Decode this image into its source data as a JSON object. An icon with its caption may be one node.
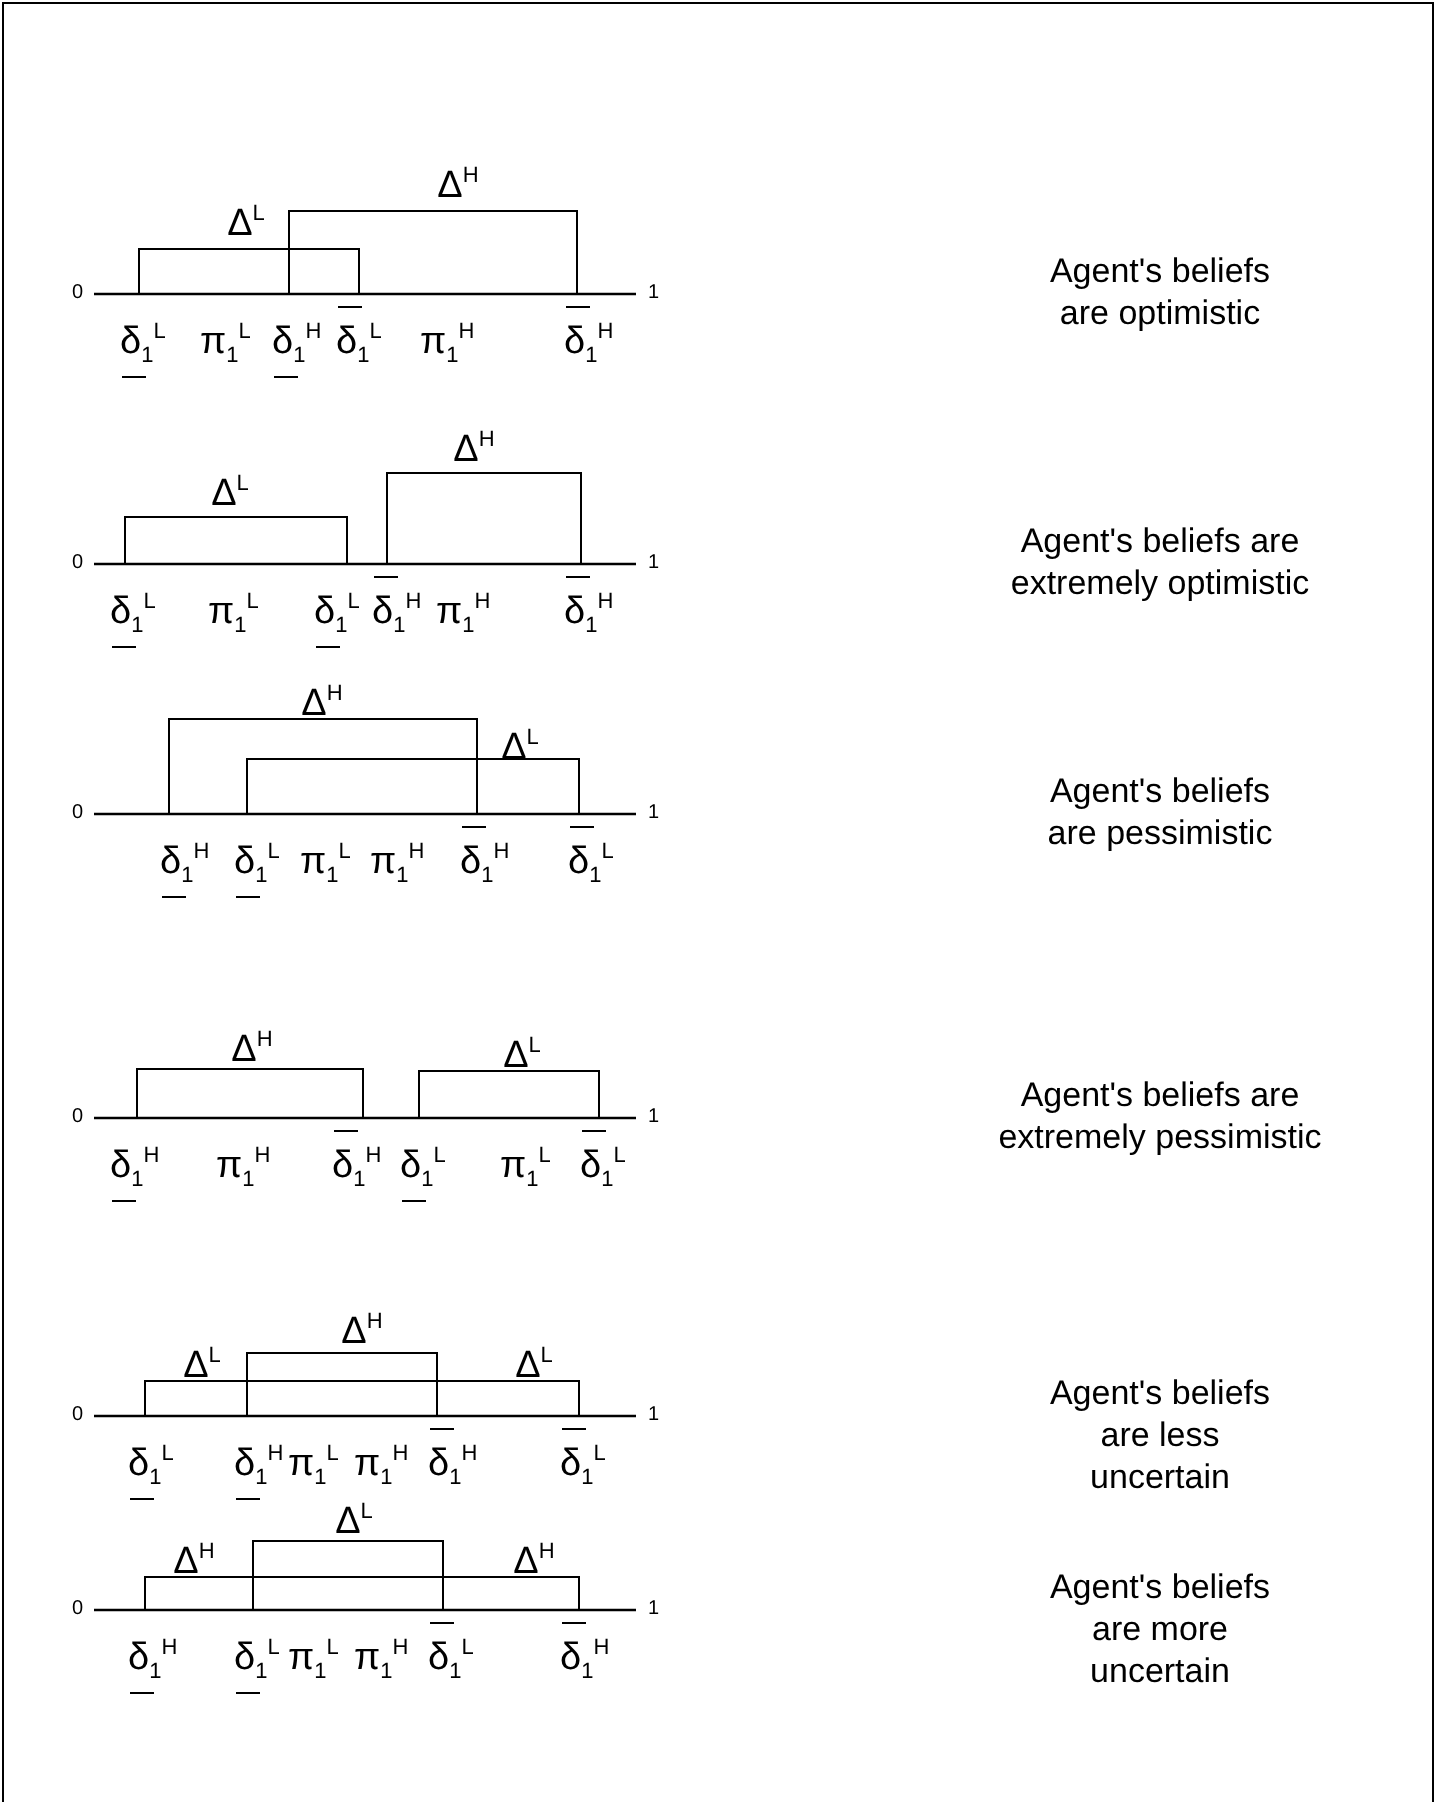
{
  "diagram": {
    "nodes": [
      {
        "text": [
          "Δ$^{L}$"
        ]
      },
      {
        "text": [
          "Δ$^{H}$"
        ]
      },
      {
        "text": [
          "Δ$^{L}$"
        ]
      },
      {
        "text": [
          "Δ$^{H}$"
        ]
      },
      {
        "text": [
          "Δ$^{H}$"
        ]
      },
      {
        "text": [
          "Δ$^{L}$"
        ]
      },
      {
        "text": [
          "Δ$^{H}$"
        ]
      },
      {
        "text": [
          "Δ$^{L}$"
        ]
      },
      {
        "text": [
          "Δ$^{L}$",
          "Δ$^{L}$"
        ]
      },
      {
        "text": [
          "Δ$^{H}$"
        ]
      },
      {
        "text": [
          "Δ$^{H}$",
          "Δ$^{H}$"
        ]
      },
      {
        "text": [
          "Δ$^{L}$"
        ]
      }
    ],
    "labels": [
      "0",
      "1",
      "δ$_{1}$$^{L}$",
      "π$_{1}$$^{L}$",
      "δ$_{1}$$^{H}$",
      "δ$_{1}$$^{L}$",
      "π$_{1}$$^{H}$",
      "δ$_{1}$$^{H}$",
      "Agent's beliefs are optimistic",
      "0",
      "1",
      "δ$_{1}$$^{L}$",
      "π$_{1}$$^{L}$",
      "δ$_{1}$$^{L}$",
      "δ$_{1}$$^{H}$",
      "π$_{1}$$^{H}$",
      "δ$_{1}$$^{H}$",
      "Agent's beliefs are extremely optimistic",
      "0",
      "1",
      "δ$_{1}$$^{H}$",
      "δ$_{1}$$^{L}$",
      "π$_{1}$$^{L}$",
      "π$_{1}$$^{H}$",
      "δ$_{1}$$^{H}$",
      "δ$_{1}$$^{L}$",
      "Agent's beliefs are pessimistic",
      "0",
      "1",
      "δ$_{1}$$^{H}$",
      "π$_{1}$$^{H}$",
      "δ$_{1}$$^{H}$",
      "δ$_{1}$$^{L}$",
      "π$_{1}$$^{L}$",
      "δ$_{1}$$^{L}$",
      "Agent's beliefs are extremely pessimistic",
      "0",
      "1",
      "δ$_{1}$$^{L}$",
      "δ$_{1}$$^{H}$",
      "π$_{1}$$^{L}$",
      "π$_{1}$$^{H}$",
      "δ$_{1}$$^{H}$",
      "δ$_{1}$$^{L}$",
      "Agent's beliefs are less uncertain",
      "0",
      "1",
      "δ$_{1}$$^{H}$",
      "δ$_{1}$$^{L}$",
      "π$_{1}$$^{L}$",
      "π$_{1}$$^{H}$",
      "δ$_{1}$$^{L}$",
      "δ$_{1}$$^{H}$",
      "Agent's beliefs are more uncertain"
    ]
  }
}
